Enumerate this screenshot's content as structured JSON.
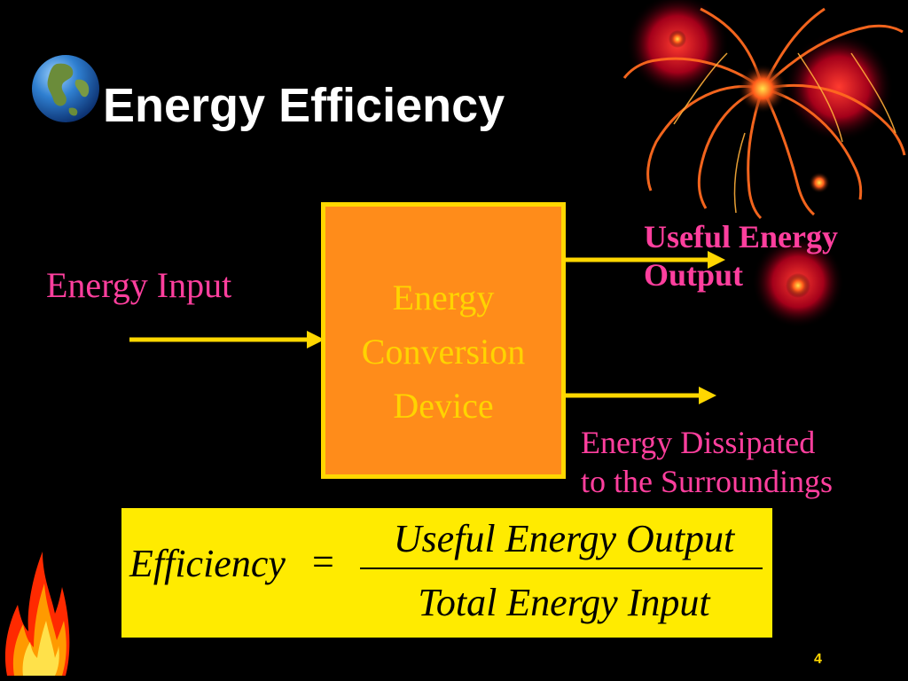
{
  "slide": {
    "title": "Energy Efficiency",
    "number": "4"
  },
  "diagram": {
    "input_label": "Energy Input",
    "device_label_lines": [
      "Energy",
      "Conversion",
      "Device"
    ],
    "useful_output_lines": [
      "Useful Energy",
      "Output"
    ],
    "dissipated_lines": [
      "Energy Dissipated",
      "to the Surroundings"
    ]
  },
  "formula": {
    "lhs": "Efficiency",
    "equals": "=",
    "numerator": "Useful Energy Output",
    "denominator": "Total Energy Input"
  },
  "decorations": {
    "globe_icon": "globe-icon",
    "fireworks_icon": "fireworks-icon",
    "flame_icon": "flame-icon"
  },
  "colors": {
    "background": "#000000",
    "title": "#ffffff",
    "labels": "#ff3f9e",
    "arrow": "#ffd700",
    "device_fill": "#ff8c1a",
    "device_text": "#ffd400",
    "formula_box": "#ffeb00"
  }
}
